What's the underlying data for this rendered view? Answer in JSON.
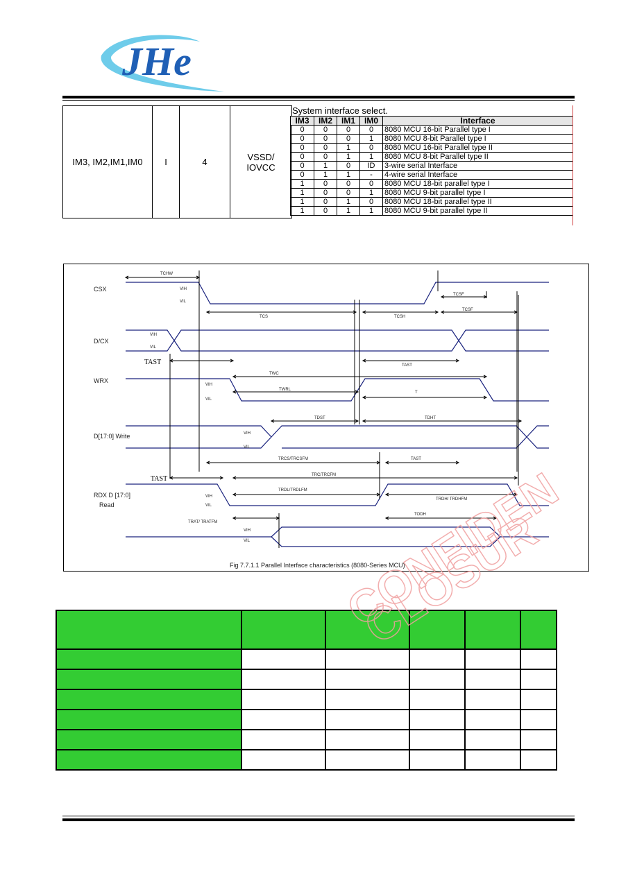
{
  "logo": {
    "text": "JHe",
    "brand_color": "#1f5fb5",
    "swoosh_color": "#5ec6e8"
  },
  "pin_table": {
    "pin_name": "IM3, IM2,IM1,IM0",
    "io": "I",
    "count": "4",
    "power": [
      "VSSD/",
      "IOVCC"
    ]
  },
  "interface_table": {
    "caption": "System interface select.",
    "headers": [
      "IM3",
      "IM2",
      "IM1",
      "IM0",
      "Interface"
    ],
    "rows": [
      [
        "0",
        "0",
        "0",
        "0",
        "8080 MCU 16-bit Parallel type I"
      ],
      [
        "0",
        "0",
        "0",
        "1",
        "8080 MCU 8-bit Parallel type I"
      ],
      [
        "0",
        "0",
        "1",
        "0",
        "8080 MCU 16-bit Parallel type II"
      ],
      [
        "0",
        "0",
        "1",
        "1",
        "8080 MCU 8-bit Parallel type II"
      ],
      [
        "0",
        "1",
        "0",
        "ID",
        "3-wire serial Interface"
      ],
      [
        "0",
        "1",
        "1",
        "-",
        "4-wire serial Interface"
      ],
      [
        "1",
        "0",
        "0",
        "0",
        "8080 MCU 18-bit parallel type I"
      ],
      [
        "1",
        "0",
        "0",
        "1",
        "8080 MCU 9-bit parallel type I"
      ],
      [
        "1",
        "0",
        "1",
        "0",
        "8080 MCU 18-bit parallel type II"
      ],
      [
        "1",
        "0",
        "1",
        "1",
        "8080 MCU 9-bit parallel type II"
      ]
    ]
  },
  "timing": {
    "signals": {
      "csx": "CSX",
      "dcx": "D/CX",
      "wrx": "WRX",
      "dwrite": "D[17:0] Write",
      "rdx1": "RDX D [17:0]",
      "rdx2": "Read"
    },
    "levels": {
      "vih": "VIH",
      "vil": "VIL"
    },
    "tast": "TAST",
    "params": {
      "tchw": "TCHW",
      "tcs": "TCS",
      "tcsh": "TCSH",
      "tcsf": "TCSF",
      "tcsf2": "TCSF",
      "twc": "TWC",
      "tast2": "TAST",
      "twrl": "TWRL",
      "t": "T",
      "tdst": "TDST",
      "tdht": "TDHT",
      "trcs": "TRCS/TRCSFM",
      "tast3": "TAST",
      "trc": "TRC/TRCFM",
      "trdl": "TRDL/TRDLFM",
      "trdh": "TRDH/ TRDHFM",
      "trat": "TRAT/ TRATFM",
      "todh": "TODH"
    },
    "caption": "Fig 7.7.1.1 Parallel Interface characteristics (8080-Series MCU)",
    "wave_color": "#1a237e"
  },
  "green_table": {
    "fill_color": "#33cc33",
    "rows": 7
  },
  "watermark": {
    "lines": [
      "CONFIDEN",
      "CLOSUR"
    ],
    "color": "#f0a0a0"
  }
}
